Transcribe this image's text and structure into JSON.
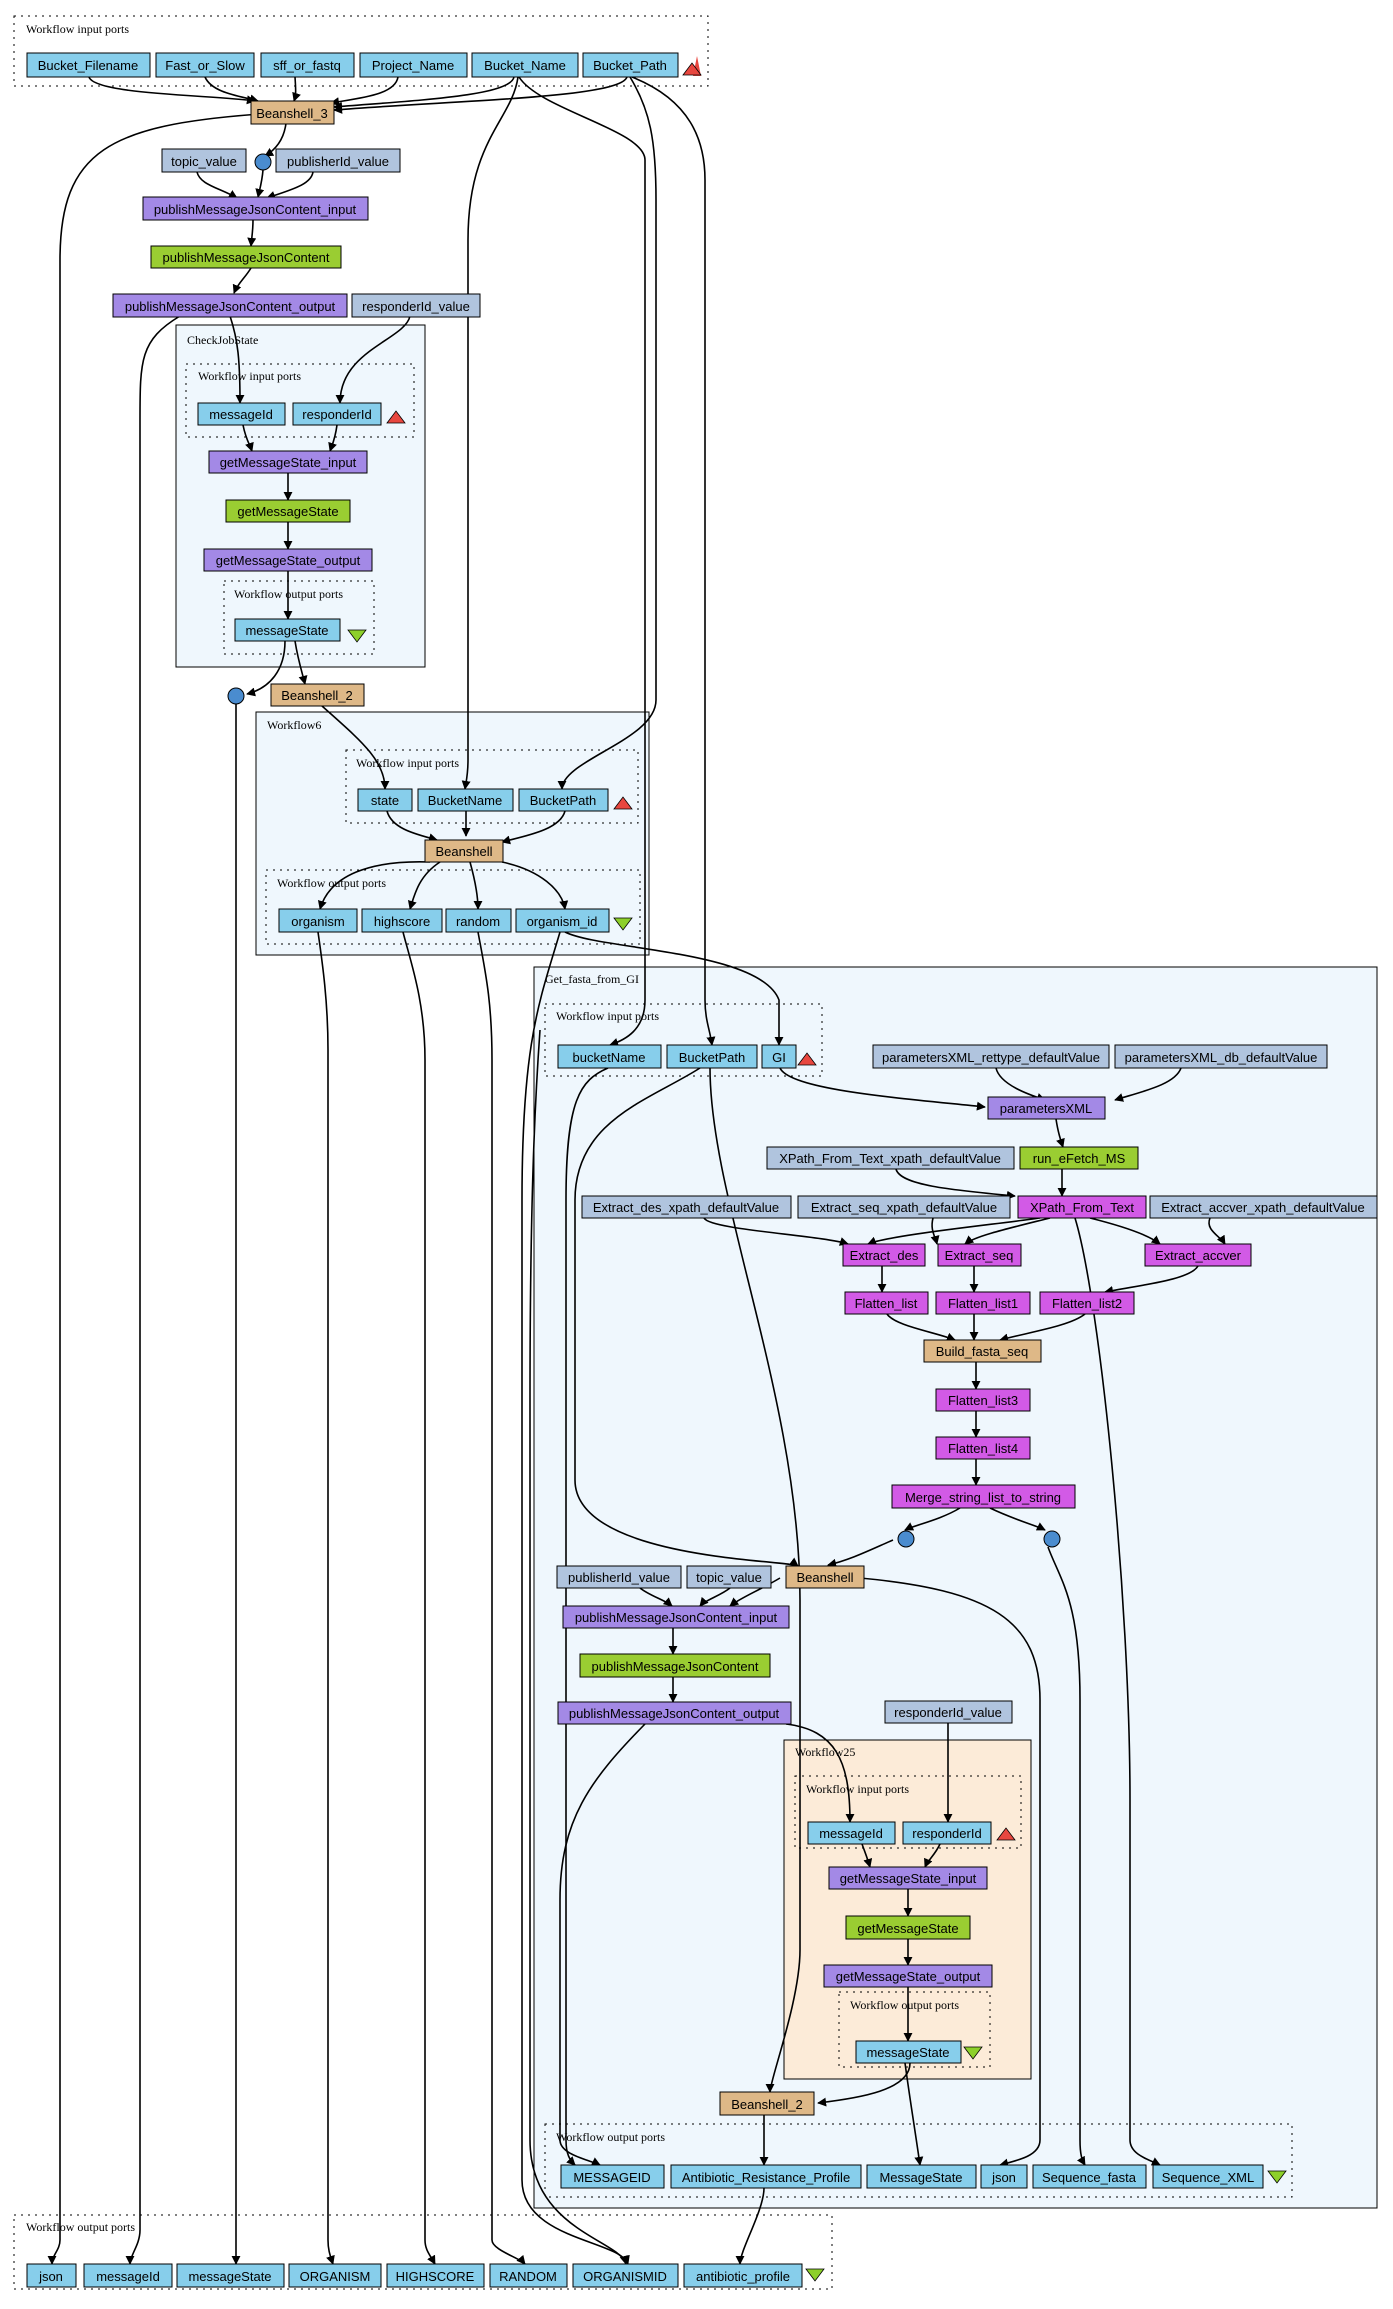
{
  "colors": {
    "port": "#87CEEB",
    "constant": "#B0C4DE",
    "beanshell": "#DEB887",
    "wsdl": "#9ACD32",
    "xml_splitter": "#A389E6",
    "local": "#D25AE6",
    "subworkflow_bg": "#EFF7FD",
    "nested_bg": "#FCEBD8",
    "merge": "#4A8CCF",
    "in_marker": "#E8473F",
    "out_marker": "#8DD02A"
  },
  "containers": {
    "top_inputs": "Workflow input ports",
    "top_outputs": "Workflow output ports",
    "checkjobstate": "CheckJobState",
    "cj_inputs": "Workflow input ports",
    "cj_outputs": "Workflow output ports",
    "workflow6": "Workflow6",
    "w6_inputs": "Workflow input ports",
    "w6_outputs": "Workflow output ports",
    "get_fasta": "Get_fasta_from_GI",
    "gf_inputs": "Workflow input ports",
    "gf_outputs": "Workflow output ports",
    "workflow25": "Workflow25",
    "w25_inputs": "Workflow input ports",
    "w25_outputs": "Workflow output ports"
  },
  "nodes": {
    "in_bucket_filename": "Bucket_Filename",
    "in_fast_or_slow": "Fast_or_Slow",
    "in_sff_or_fastq": "sff_or_fastq",
    "in_project_name": "Project_Name",
    "in_bucket_name": "Bucket_Name",
    "in_bucket_path": "Bucket_Path",
    "beanshell_3": "Beanshell_3",
    "topic_value_1": "topic_value",
    "publisherid_value_1": "publisherId_value",
    "pmjc_input_1": "publishMessageJsonContent_input",
    "pmjc_1": "publishMessageJsonContent",
    "pmjc_output_1": "publishMessageJsonContent_output",
    "responderid_value_1": "responderId_value",
    "cj_messageid": "messageId",
    "cj_responderid": "responderId",
    "cj_gms_input": "getMessageState_input",
    "cj_gms": "getMessageState",
    "cj_gms_output": "getMessageState_output",
    "cj_messagestate": "messageState",
    "beanshell_2_top": "Beanshell_2",
    "w6_state": "state",
    "w6_bucketname": "BucketName",
    "w6_bucketpath": "BucketPath",
    "w6_beanshell": "Beanshell",
    "w6_organism": "organism",
    "w6_highscore": "highscore",
    "w6_random": "random",
    "w6_organism_id": "organism_id",
    "gf_bucketname": "bucketName",
    "gf_bucketpath": "BucketPath",
    "gf_gi": "GI",
    "param_rettype": "parametersXML_rettype_defaultValue",
    "param_db": "parametersXML_db_defaultValue",
    "parametersxml": "parametersXML",
    "xpath_default": "XPath_From_Text_xpath_defaultValue",
    "run_efetch": "run_eFetch_MS",
    "extract_des_default": "Extract_des_xpath_defaultValue",
    "extract_seq_default": "Extract_seq_xpath_defaultValue",
    "xpath_from_text": "XPath_From_Text",
    "extract_accver_default": "Extract_accver_xpath_defaultValue",
    "extract_des": "Extract_des",
    "extract_seq": "Extract_seq",
    "extract_accver": "Extract_accver",
    "flatten_list": "Flatten_list",
    "flatten_list1": "Flatten_list1",
    "flatten_list2": "Flatten_list2",
    "build_fasta_seq": "Build_fasta_seq",
    "flatten_list3": "Flatten_list3",
    "flatten_list4": "Flatten_list4",
    "merge_string": "Merge_string_list_to_string",
    "gf_publisherid_value": "publisherId_value",
    "gf_topic_value": "topic_value",
    "gf_beanshell": "Beanshell",
    "gf_pmjc_input": "publishMessageJsonContent_input",
    "gf_pmjc": "publishMessageJsonContent",
    "gf_pmjc_output": "publishMessageJsonContent_output",
    "gf_responderid_value": "responderId_value",
    "w25_messageid": "messageId",
    "w25_responderid": "responderId",
    "w25_gms_input": "getMessageState_input",
    "w25_gms": "getMessageState",
    "w25_gms_output": "getMessageState_output",
    "w25_messagestate": "messageState",
    "gf_beanshell_2": "Beanshell_2",
    "gf_out_messageid": "MESSAGEID",
    "gf_out_abr_profile": "Antibiotic_Resistance_Profile",
    "gf_out_messagestate": "MessageState",
    "gf_out_json": "json",
    "gf_out_sequence_fasta": "Sequence_fasta",
    "gf_out_sequence_xml": "Sequence_XML",
    "out_json": "json",
    "out_messageid": "messageId",
    "out_messagestate": "messageState",
    "out_organism": "ORGANISM",
    "out_highscore": "HIGHSCORE",
    "out_random": "RANDOM",
    "out_organismid": "ORGANISMID",
    "out_antibiotic_profile": "antibiotic_profile"
  }
}
